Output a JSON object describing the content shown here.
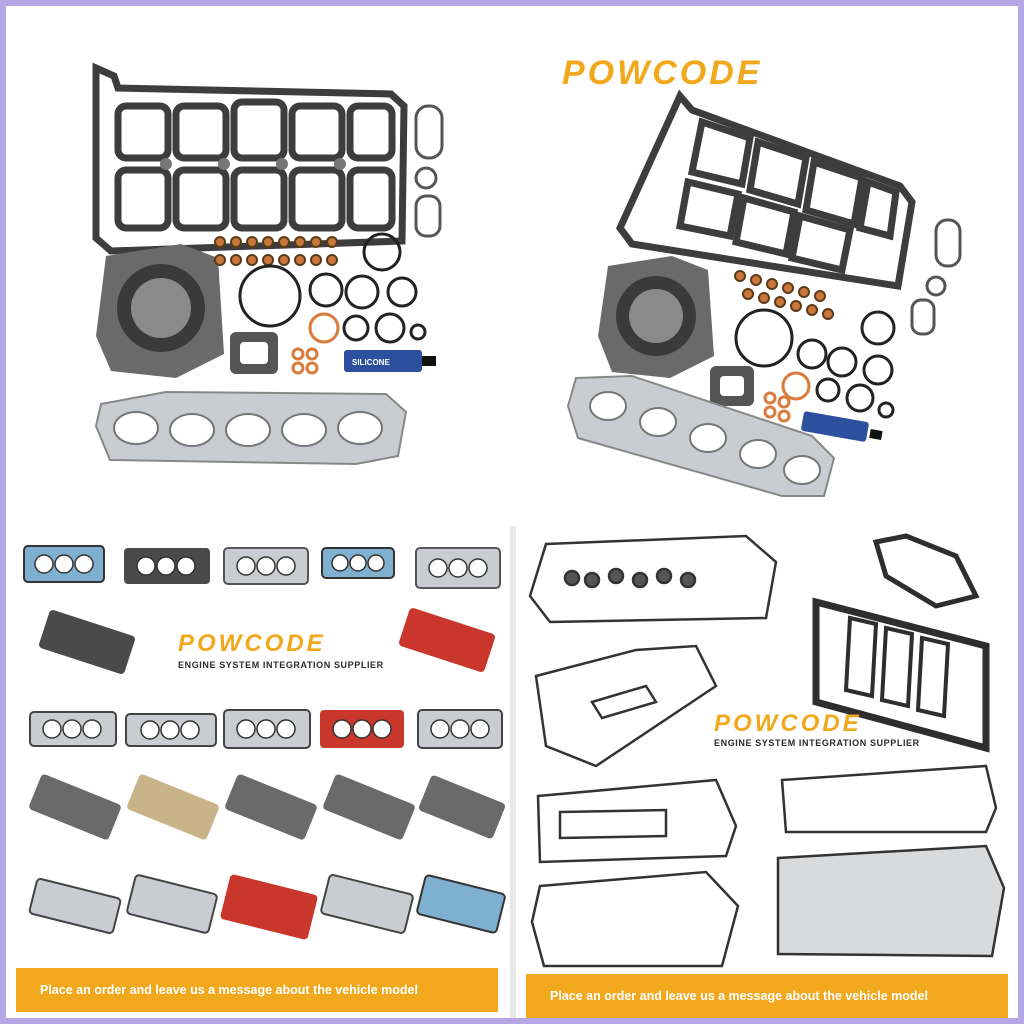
{
  "brand": {
    "name": "POWCODE",
    "tagline": "ENGINE SYSTEM INTEGRATION SUPPLIER",
    "color": "#f2a81d"
  },
  "banners": {
    "left": "Place an order and leave us a message about the vehicle model",
    "right": "Place an order and leave us a message about the vehicle model"
  },
  "tube": {
    "text": "SILICONE"
  },
  "colors": {
    "gasket_dark": "#4a4a4a",
    "gasket_silver": "#c9ccd0",
    "gasket_red": "#c8362c",
    "gasket_blue": "#7fb0cf",
    "seal_copper": "#d97b3a",
    "background_frame": "#b5a6e6"
  }
}
